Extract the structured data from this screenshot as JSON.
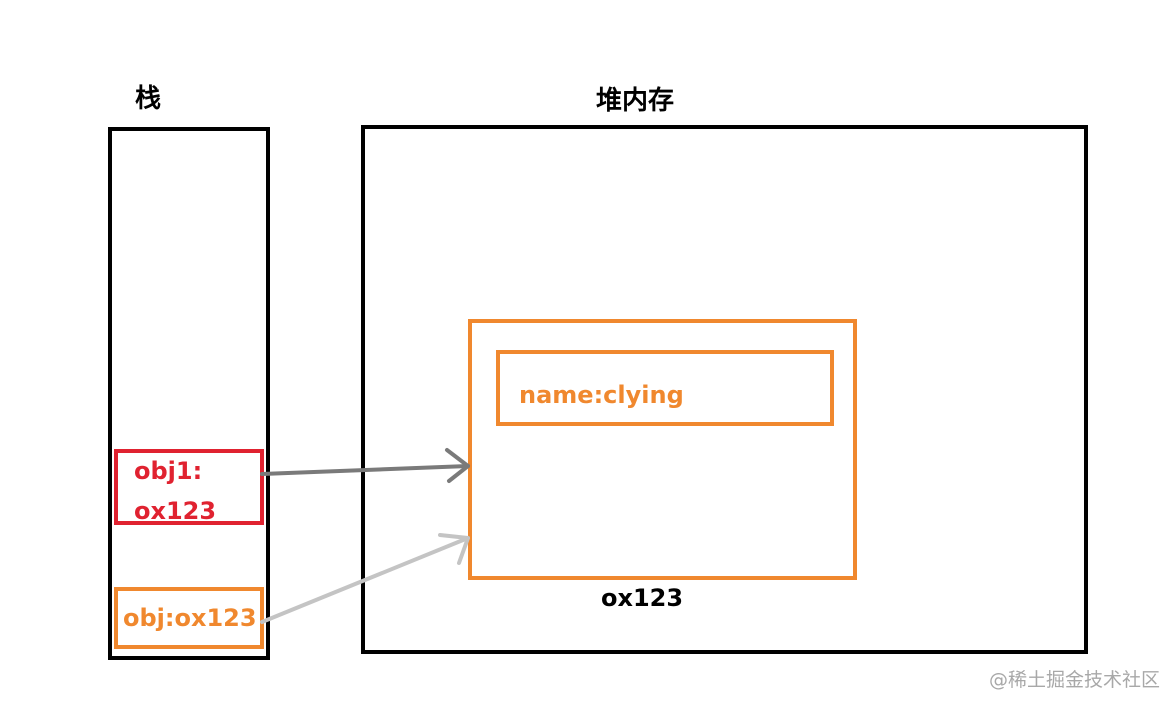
{
  "titles": {
    "stack": "栈",
    "heap": "堆内存"
  },
  "heap": {
    "object_property": "name:clying",
    "object_address": "ox123"
  },
  "stack": {
    "obj1_name": "obj1:",
    "obj1_value": "ox123",
    "obj_entry": "obj:ox123"
  },
  "watermark": "@稀土掘金技术社区",
  "colors": {
    "frame": "#000000",
    "orange": "#f0882e",
    "red": "#e02230",
    "arrow_dark": "#7a7a7a",
    "arrow_light": "#c4c4c4"
  }
}
